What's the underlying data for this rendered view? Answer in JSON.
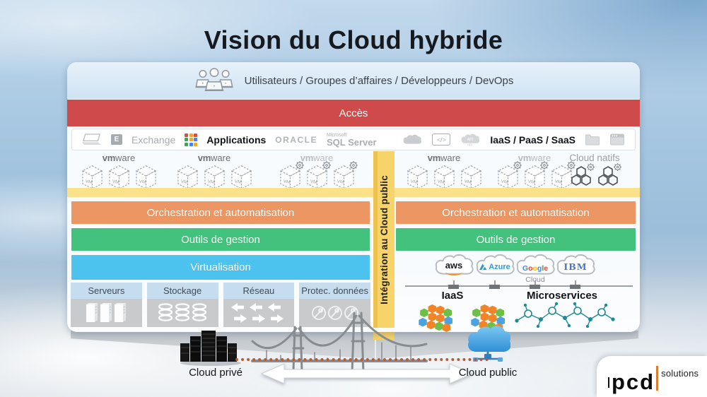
{
  "title": "Vision du Cloud hybride",
  "colors": {
    "access_red": "#cf4a4a",
    "orange": "#ec9663",
    "green": "#43c27d",
    "blue": "#4cc3ee",
    "yellow_bar": "#f6d469",
    "yellow_strip": "#fbe28a",
    "users_strip": "#cfe3f3",
    "pcd_orange": "#d97e2e"
  },
  "users_bar": {
    "label": "Utilisateurs / Groupes d’affaires / Développeurs / DevOps"
  },
  "access_bar": {
    "label": "Accès"
  },
  "app_bar": {
    "exchange_logo": "E",
    "exchange_label": "Exchange",
    "applications_label": "Applications",
    "oracle_label": "ORACLE",
    "microsoft_label": "Microsoft",
    "sqlserver_label": "SQL Server",
    "code_glyph": "</>",
    "api_label": "API",
    "iaas_paas_saas_label": "IaaS / PaaS / SaaS"
  },
  "vm_row": {
    "brand_bold": "vm",
    "brand_rest": "ware",
    "vm_label": "VM",
    "cloud_natifs_label": "Cloud natifs"
  },
  "integration_bar": {
    "label": "Intégration au Cloud public"
  },
  "left_stack": {
    "orchestration_label": "Orchestration et automatisation",
    "gestion_label": "Outils de gestion",
    "virtualisation_label": "Virtualisation",
    "resources": [
      {
        "label": "Serveurs"
      },
      {
        "label": "Stockage"
      },
      {
        "label": "Réseau"
      },
      {
        "label": "Protec. données"
      }
    ]
  },
  "right_stack": {
    "orchestration_label": "Orchestration et automatisation",
    "gestion_label": "Outils de gestion",
    "providers": [
      {
        "name": "aws"
      },
      {
        "name": "Azure"
      },
      {
        "name": "Google Cloud"
      },
      {
        "name": "IBM"
      }
    ],
    "google_letters": [
      [
        "G",
        "#4285F4"
      ],
      [
        "o",
        "#EA4335"
      ],
      [
        "o",
        "#FBBC05"
      ],
      [
        "g",
        "#4285F4"
      ],
      [
        "l",
        "#34A853"
      ],
      [
        "e",
        "#EA4335"
      ]
    ],
    "google_suffix": " Cloud",
    "iaas_label": "IaaS",
    "microservices_label": "Microservices"
  },
  "bottom": {
    "private_label": "Cloud privé",
    "public_label": "Cloud public"
  },
  "logo": {
    "name": "pcd",
    "suffix": "solutions"
  }
}
